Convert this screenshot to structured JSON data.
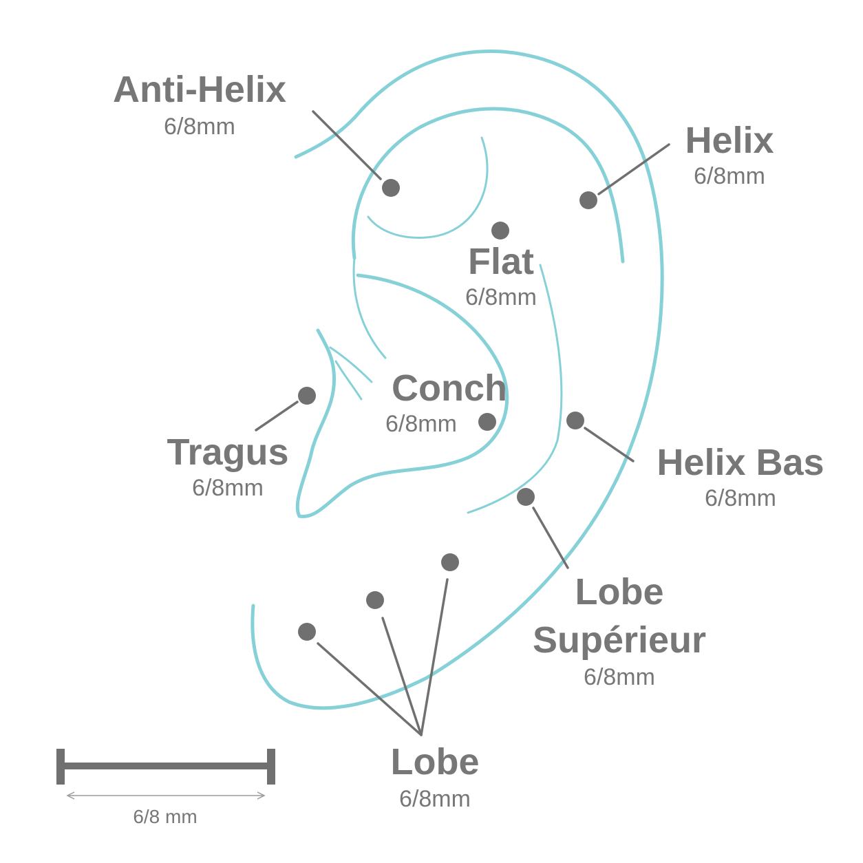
{
  "piercings": [
    {
      "id": "anti-helix",
      "name": "Anti-Helix",
      "size": "6/8mm"
    },
    {
      "id": "helix",
      "name": "Helix",
      "size": "6/8mm"
    },
    {
      "id": "flat",
      "name": "Flat",
      "size": "6/8mm"
    },
    {
      "id": "conch",
      "name": "Conch",
      "size": "6/8mm"
    },
    {
      "id": "tragus",
      "name": "Tragus",
      "size": "6/8mm"
    },
    {
      "id": "helix-bas",
      "name": "Helix Bas",
      "size": "6/8mm"
    },
    {
      "id": "lobe-superieur",
      "name_line1": "Lobe",
      "name_line2": "Supérieur",
      "size": "6/8mm"
    },
    {
      "id": "lobe",
      "name": "Lobe",
      "size": "6/8mm"
    }
  ],
  "scale_bar": {
    "label": "6/8 mm"
  },
  "colors": {
    "ear_outline": "#86d1d8",
    "marker": "#707070",
    "text": "#777777"
  }
}
